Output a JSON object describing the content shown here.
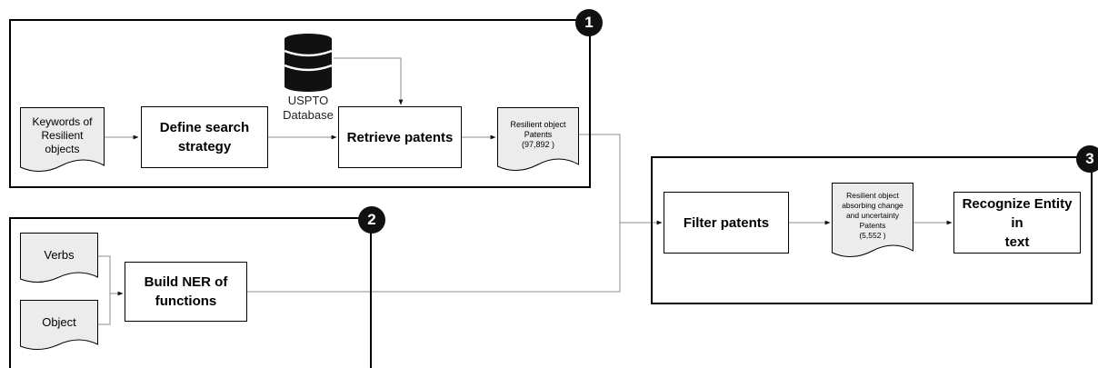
{
  "panels": [
    {
      "id": "panel-1",
      "badge": "1"
    },
    {
      "id": "panel-2",
      "badge": "2"
    },
    {
      "id": "panel-3",
      "badge": "3"
    }
  ],
  "nodes": {
    "keywords_doc": "Keywords of\nResilient\nobjects",
    "define_search": "Define search\nstrategy",
    "database": "USPTO\nDatabase",
    "retrieve_patents": "Retrieve patents",
    "resilient_patents_doc": "Resilient object\nPatents\n(97,892 )",
    "verbs_doc": "Verbs",
    "object_doc": "Object",
    "build_ner": "Build NER of\nfunctions",
    "filter_patents": "Filter patents",
    "absorbing_doc": "Resilient object\nabsorbing change\nand uncertainty\nPatents\n(5,552 )",
    "recognize_entity": "Recognize Entity in\ntext"
  },
  "colors": {
    "doc_fill": "#ececec",
    "database": "#111111",
    "line": "#8c8c8c",
    "border": "#000000"
  },
  "icons": {
    "database": "database-cylinder-icon"
  }
}
